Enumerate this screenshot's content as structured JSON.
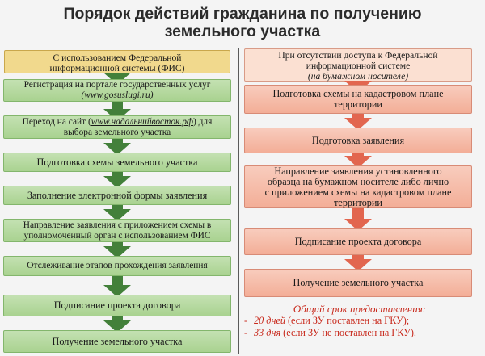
{
  "title": {
    "line1": "Порядок действий гражданина по получению",
    "line2": "земельного участка"
  },
  "left": {
    "header": {
      "line1": "С использованием Федеральной",
      "line2": "информационной системы (ФИС)"
    },
    "steps": [
      {
        "line1": "Регистрация на портале государственных услуг",
        "line2": "(www.gosuslugi.ru)"
      },
      {
        "line1_prefix": "Переход на сайт (",
        "link": "www.надальнийвосток.рф",
        "line1_suffix": ") для",
        "line2": "выбора земельного участка"
      },
      {
        "line1": "Подготовка схемы земельного участка"
      },
      {
        "line1": "Заполнение электронной формы заявления"
      },
      {
        "line1": "Направление заявления с приложением схемы в",
        "line2": "уполномоченный орган с использованием ФИС"
      },
      {
        "line1": "Отслеживание этапов прохождения заявления"
      },
      {
        "line1": "Подписание проекта договора"
      },
      {
        "line1": "Получение земельного участка"
      }
    ]
  },
  "right": {
    "header": {
      "line1": "При отсутствии доступа к Федеральной",
      "line2": "информационной системе",
      "line3": "(на бумажном носителе)"
    },
    "steps": [
      {
        "line1": "Подготовка схемы на кадастровом плане",
        "line2": "территории"
      },
      {
        "line1": "Подготовка заявления"
      },
      {
        "line1": "Направление заявления установленного",
        "line2": "образца на бумажном носителе либо лично",
        "line3": "с приложением схемы на кадастровом плане",
        "line4": "территории"
      },
      {
        "line1": "Подписание проекта договора"
      },
      {
        "line1": "Получение земельного участка"
      }
    ]
  },
  "term": {
    "title": "Общий срок предоставления:",
    "items": [
      {
        "days": "20 дней",
        "text": " (если ЗУ поставлен на ГКУ);"
      },
      {
        "days": "33 дня",
        "text": " (если ЗУ не поставлен на ГКУ)."
      }
    ]
  },
  "colors": {
    "green_box": "#a9d290",
    "green_arrow": "#43803a",
    "red_box": "#f3ae97",
    "red_arrow": "#e2664f",
    "left_header": "#f1d98d",
    "right_header": "#fbe0d2",
    "term_text": "#c8281b"
  }
}
